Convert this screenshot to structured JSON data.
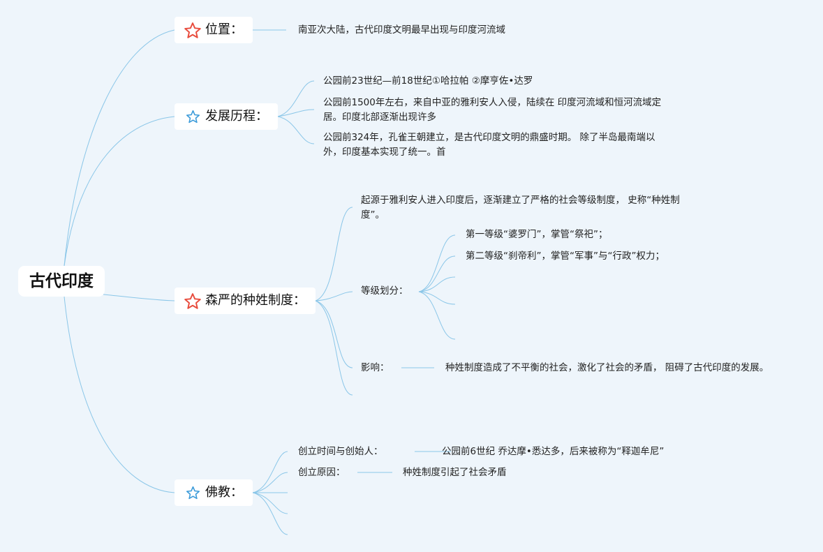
{
  "colors": {
    "background": "#eef5fb",
    "connector": "#8ac6e8",
    "star_red": "#e84c3d",
    "star_blue": "#3a9ad9"
  },
  "root": {
    "label": "古代印度"
  },
  "branches": {
    "location": {
      "label": "位置：",
      "icon": "star-red-icon",
      "text": "南亚次大陆，古代印度文明最早出现与印度河流域"
    },
    "development": {
      "label": "发展历程：",
      "icon": "star-blue-icon",
      "items": [
        "公园前23世纪—前18世纪①哈拉帕 ②摩亨佐•达罗",
        "公园前1500年左右，来自中亚的雅利安人入侵，陆续在 印度河流域和恒河流域定居。印度北部逐渐出现许多",
        "公园前324年，孔雀王朝建立，是古代印度文明的鼎盛时期。 除了半岛最南端以外，印度基本实现了统一。首"
      ]
    },
    "caste": {
      "label": "森严的种姓制度：",
      "icon": "star-red-icon",
      "origin": "起源于雅利安人进入印度后，逐渐建立了严格的社会等级制度， 史称“种姓制度”。",
      "grades_label": "等级划分：",
      "grades": [
        "第一等级“婆罗门”，掌管“祭祀”；",
        "第二等级“刹帝利”，掌管“军事”与“行政”权力；"
      ],
      "influence_label": "影响：",
      "influence_text": "种姓制度造成了不平衡的社会，激化了社会的矛盾， 阻碍了古代印度的发展。"
    },
    "buddhism": {
      "label": "佛教：",
      "icon": "star-blue-icon",
      "founding_time_label": "创立时间与创始人：",
      "founding_time_text": "公园前6世纪 乔达摩•悉达多，后来被称为“释迦牟尼”",
      "founding_reason_label": "创立原因：",
      "founding_reason_text": "种姓制度引起了社会矛盾"
    }
  }
}
